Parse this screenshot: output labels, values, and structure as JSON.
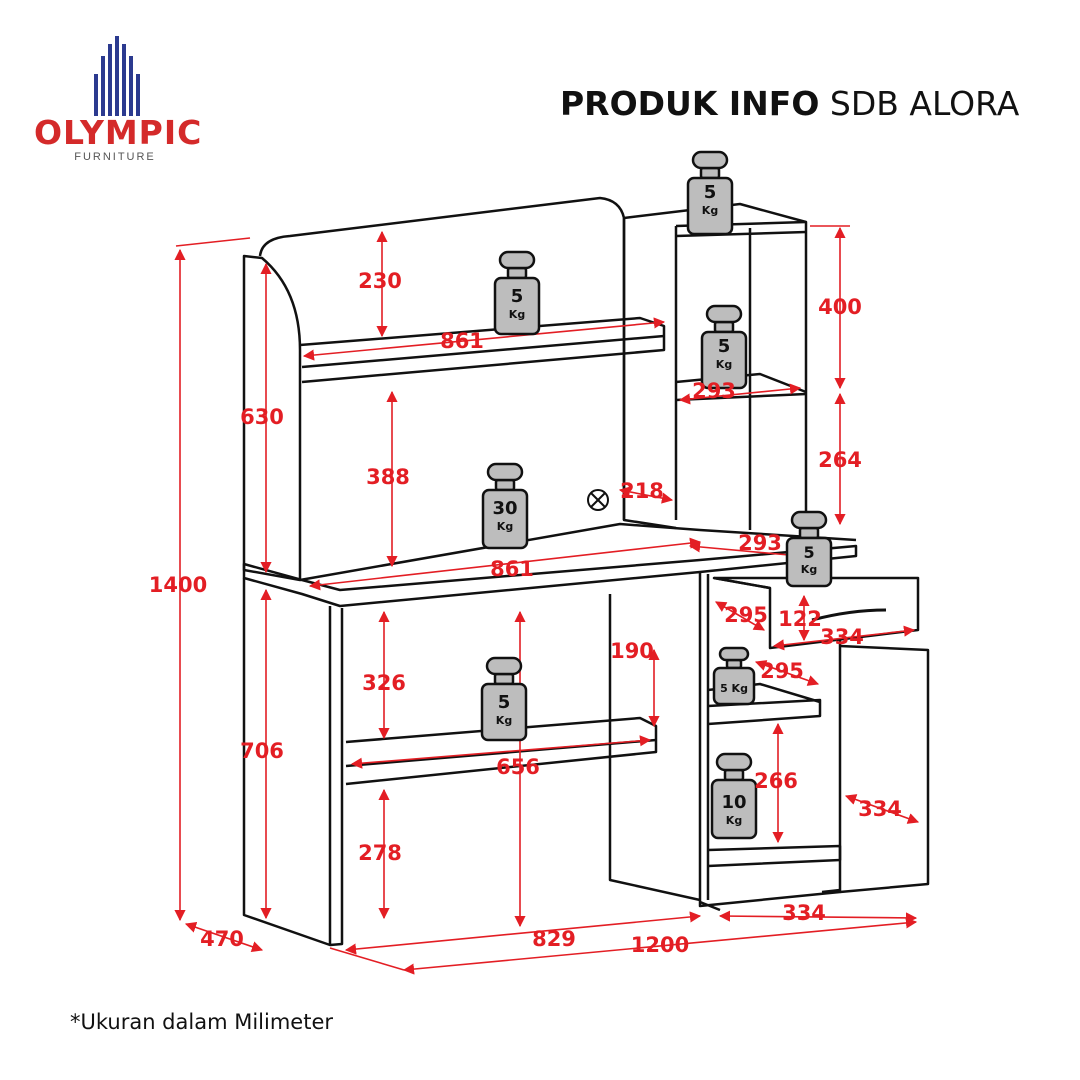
{
  "brand": {
    "name": "OLYMPIC",
    "subtitle": "FURNITURE",
    "accent": "#d42a2a",
    "stripes": "#2b3a8f"
  },
  "title": {
    "bold": "PRODUK INFO",
    "normal": "SDB ALORA"
  },
  "footnote": "*Ukuran dalam Milimeter",
  "colors": {
    "dimension": "#e31e24",
    "line": "#111111",
    "weight": "#bdbdbd"
  },
  "dimensions": {
    "total_height": "1400",
    "depth": "470",
    "total_width": "1200",
    "desk_width": "829",
    "cabinet_width": "334",
    "hutch_height": "630",
    "top_gap": "230",
    "upper_shelf": "861",
    "middle_gap": "388",
    "desk_top": "861",
    "hutch_side_depth": "218",
    "tower_top_gap": "400",
    "tower_shelf": "293",
    "tower_mid_gap": "264",
    "desk_ext": "293",
    "under_desk_gap": "326",
    "lower_shelf": "656",
    "floor_gap": "278",
    "leg_height": "706",
    "side_gap": "190",
    "drawer_depth": "295",
    "drawer_height": "122",
    "drawer_width": "334",
    "cab_shelf_depth": "295",
    "cab_gap": "266",
    "door_width": "334"
  },
  "weights": {
    "top_tower": {
      "value": "5",
      "unit": "Kg"
    },
    "upper_shelf": {
      "value": "5",
      "unit": "Kg"
    },
    "tower_shelf": {
      "value": "5",
      "unit": "Kg"
    },
    "desk_top": {
      "value": "30",
      "unit": "Kg"
    },
    "drawer": {
      "value": "5",
      "unit": "Kg"
    },
    "lower_shelf": {
      "value": "5",
      "unit": "Kg"
    },
    "cabinet_shelf": {
      "value": "5 Kg",
      "unit": ""
    },
    "cabinet_bottom": {
      "value": "10",
      "unit": "Kg"
    }
  }
}
